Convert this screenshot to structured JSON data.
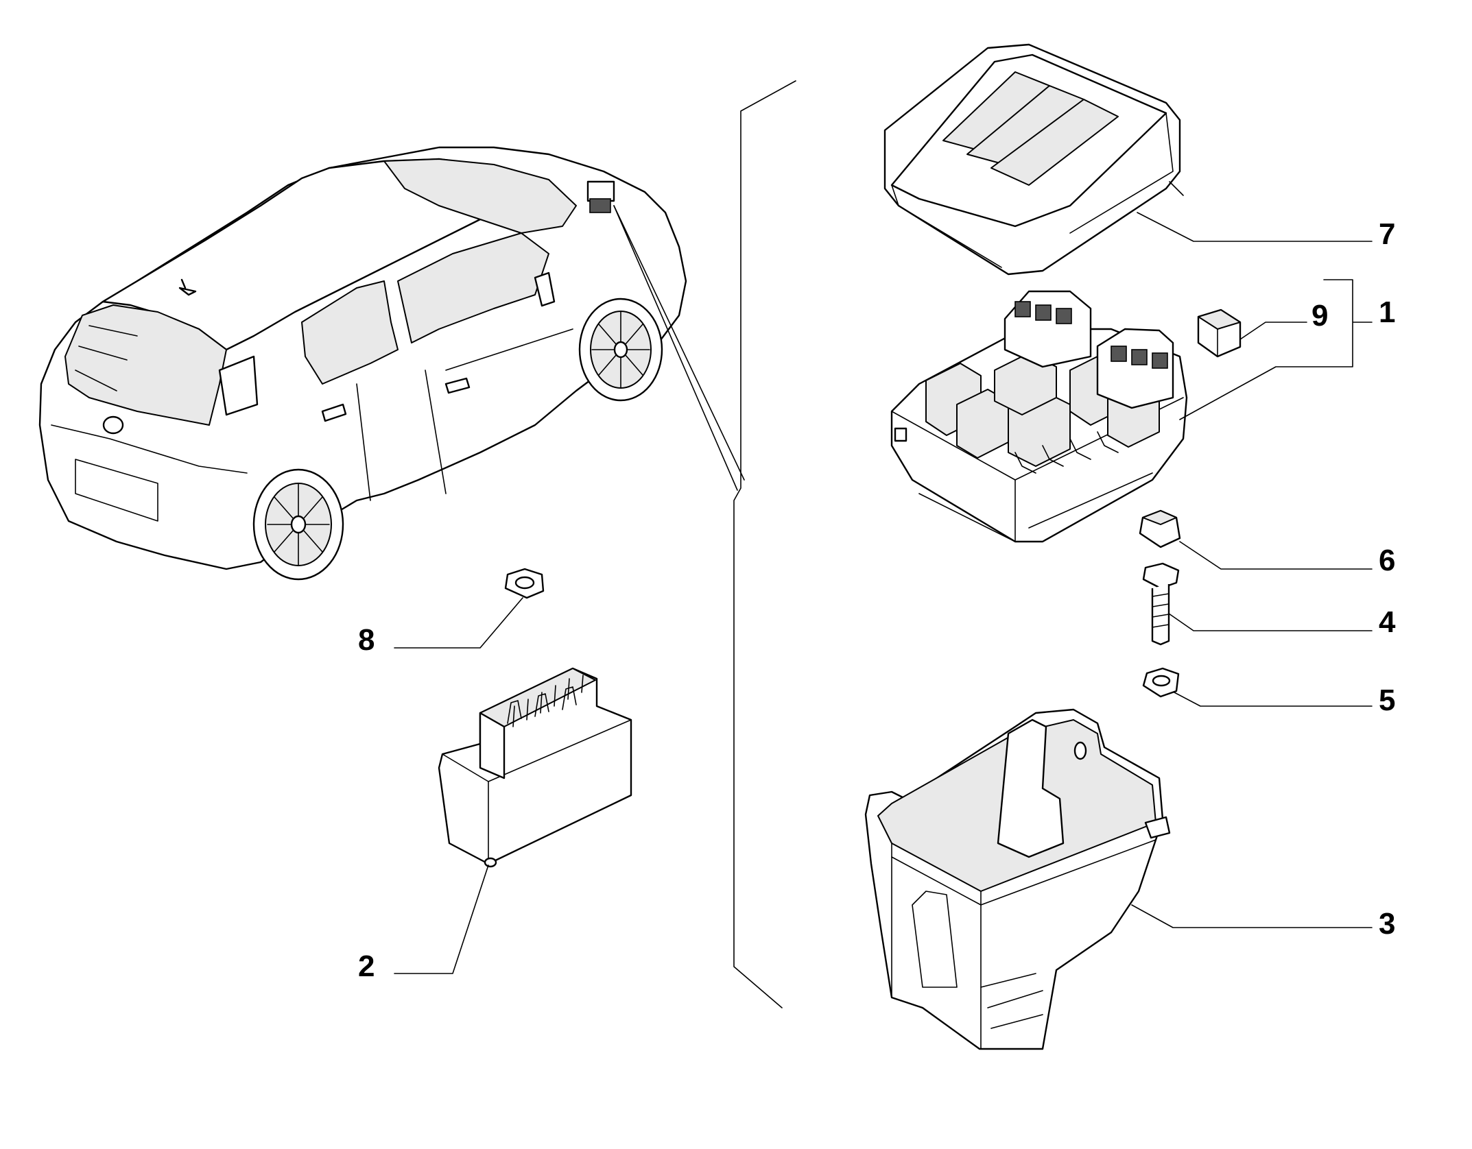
{
  "diagram": {
    "callouts": [
      {
        "id": "1",
        "label": "1"
      },
      {
        "id": "2",
        "label": "2"
      },
      {
        "id": "3",
        "label": "3"
      },
      {
        "id": "4",
        "label": "4"
      },
      {
        "id": "5",
        "label": "5"
      },
      {
        "id": "6",
        "label": "6"
      },
      {
        "id": "7",
        "label": "7"
      },
      {
        "id": "8",
        "label": "8"
      },
      {
        "id": "9",
        "label": "9"
      }
    ],
    "parts": [
      {
        "callout": "1",
        "icon": "fuse-relay-box-icon"
      },
      {
        "callout": "2",
        "icon": "connector-module-icon"
      },
      {
        "callout": "3",
        "icon": "box-base-icon"
      },
      {
        "callout": "4",
        "icon": "bolt-icon"
      },
      {
        "callout": "5",
        "icon": "hex-nut-icon"
      },
      {
        "callout": "6",
        "icon": "rubber-cap-icon"
      },
      {
        "callout": "7",
        "icon": "box-cover-icon"
      },
      {
        "callout": "8",
        "icon": "hex-nut-icon"
      },
      {
        "callout": "9",
        "icon": "relay-icon"
      }
    ],
    "vehicle_icon": "hatchback-car-icon"
  }
}
